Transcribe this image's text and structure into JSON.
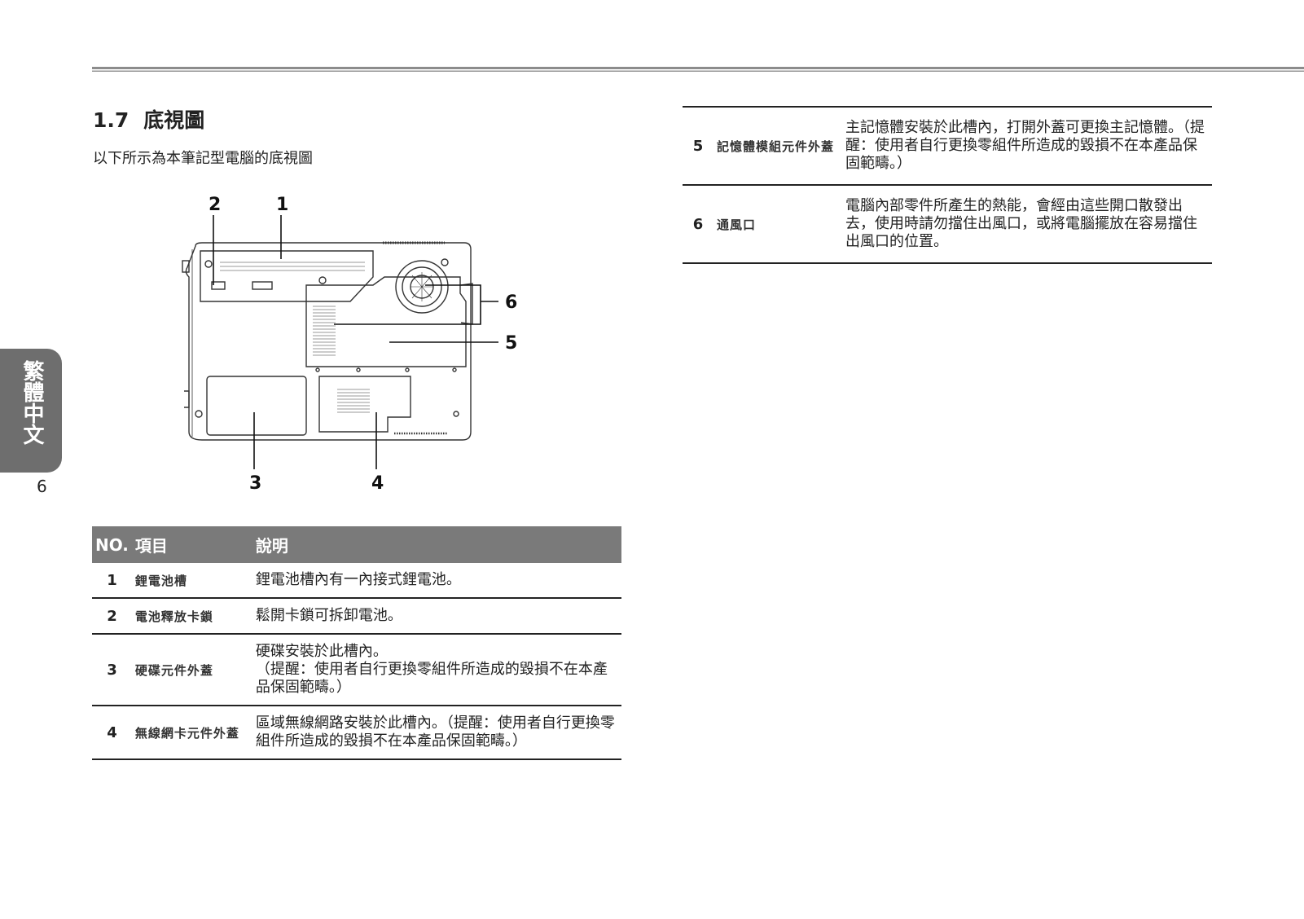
{
  "section": {
    "number": "1.7",
    "title": "底視圖"
  },
  "intro": "以下所示為本筆記型電腦的底視圖",
  "side_tab": {
    "label": "繁體中文"
  },
  "page_number": "6",
  "figure": {
    "callouts": [
      "1",
      "2",
      "3",
      "4",
      "5",
      "6"
    ]
  },
  "table_headers": {
    "no": "NO.",
    "item": "項目",
    "desc": "說明"
  },
  "rows_left": [
    {
      "no": "1",
      "item": "鋰電池槽",
      "desc": "鋰電池槽內有一內接式鋰電池。"
    },
    {
      "no": "2",
      "item": "電池釋放卡鎖",
      "desc": "鬆開卡鎖可拆卸電池。"
    },
    {
      "no": "3",
      "item": "硬碟元件外蓋",
      "desc": "硬碟安裝於此槽內。\n（提醒：使用者自行更換零組件所造成的毀損不在本產品保固範疇。）"
    },
    {
      "no": "4",
      "item": "無線網卡元件外蓋",
      "desc": "區域無線網路安裝於此槽內。（提醒：使用者自行更換零組件所造成的毀損不在本產品保固範疇。）"
    }
  ],
  "rows_right": [
    {
      "no": "5",
      "item": "記憶體模組元件外蓋",
      "desc": "主記憶體安裝於此槽內，打開外蓋可更換主記憶體。（提醒：使用者自行更換零組件所造成的毀損不在本產品保固範疇。）"
    },
    {
      "no": "6",
      "item": "通風口",
      "desc": "電腦內部零件所產生的熱能，會經由這些開口散發出去，使用時請勿擋住出風口，或將電腦擺放在容易擋住出風口的位置。"
    }
  ]
}
